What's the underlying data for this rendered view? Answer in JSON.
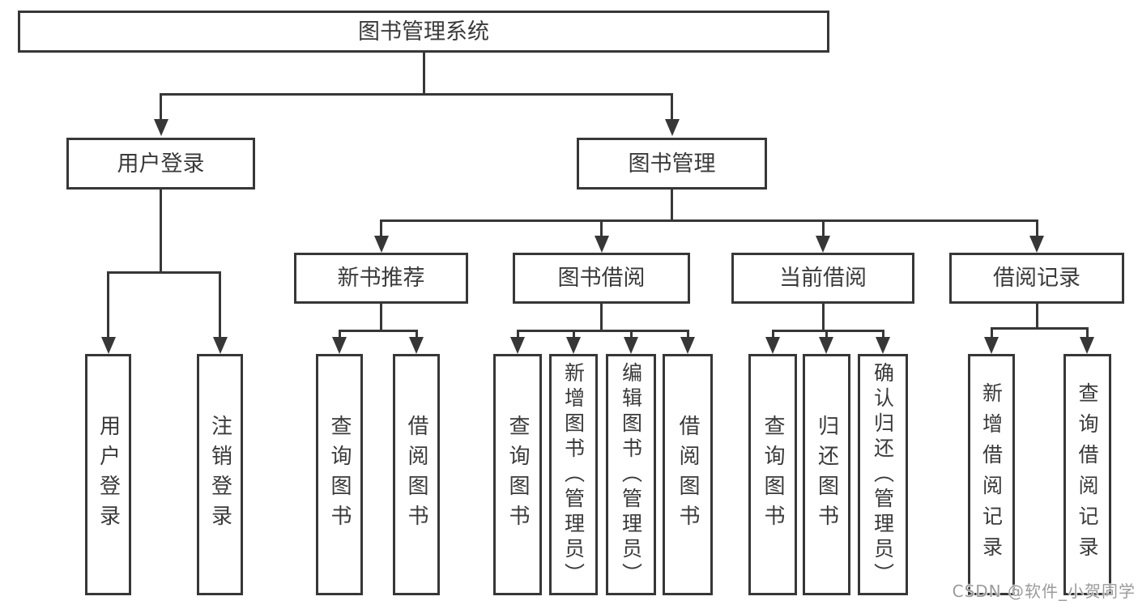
{
  "diagram": {
    "title": "图书管理系统",
    "colors": {
      "line": "#373737",
      "text": "#3a3a3a",
      "background": "#ffffff",
      "watermark": "#9b9b9b"
    },
    "tree": {
      "root": {
        "label": "图书管理系统",
        "children": [
          {
            "label": "用户登录",
            "children": [
              {
                "label": "用户登录"
              },
              {
                "label": "注销登录"
              }
            ]
          },
          {
            "label": "图书管理",
            "children": [
              {
                "label": "新书推荐",
                "children": [
                  {
                    "label": "查询图书"
                  },
                  {
                    "label": "借阅图书"
                  }
                ]
              },
              {
                "label": "图书借阅",
                "children": [
                  {
                    "label": "查询图书"
                  },
                  {
                    "label": "新增图书（管理员）"
                  },
                  {
                    "label": "编辑图书（管理员）"
                  },
                  {
                    "label": "借阅图书"
                  }
                ]
              },
              {
                "label": "当前借阅",
                "children": [
                  {
                    "label": "查询图书"
                  },
                  {
                    "label": "归还图书"
                  },
                  {
                    "label": "确认归还（管理员）"
                  }
                ]
              },
              {
                "label": "借阅记录",
                "children": [
                  {
                    "label": "新增借阅记录"
                  },
                  {
                    "label": "查询借阅记录"
                  }
                ]
              }
            ]
          }
        ]
      }
    }
  },
  "watermark": {
    "text": "CSDN @软件_小贺同学"
  }
}
